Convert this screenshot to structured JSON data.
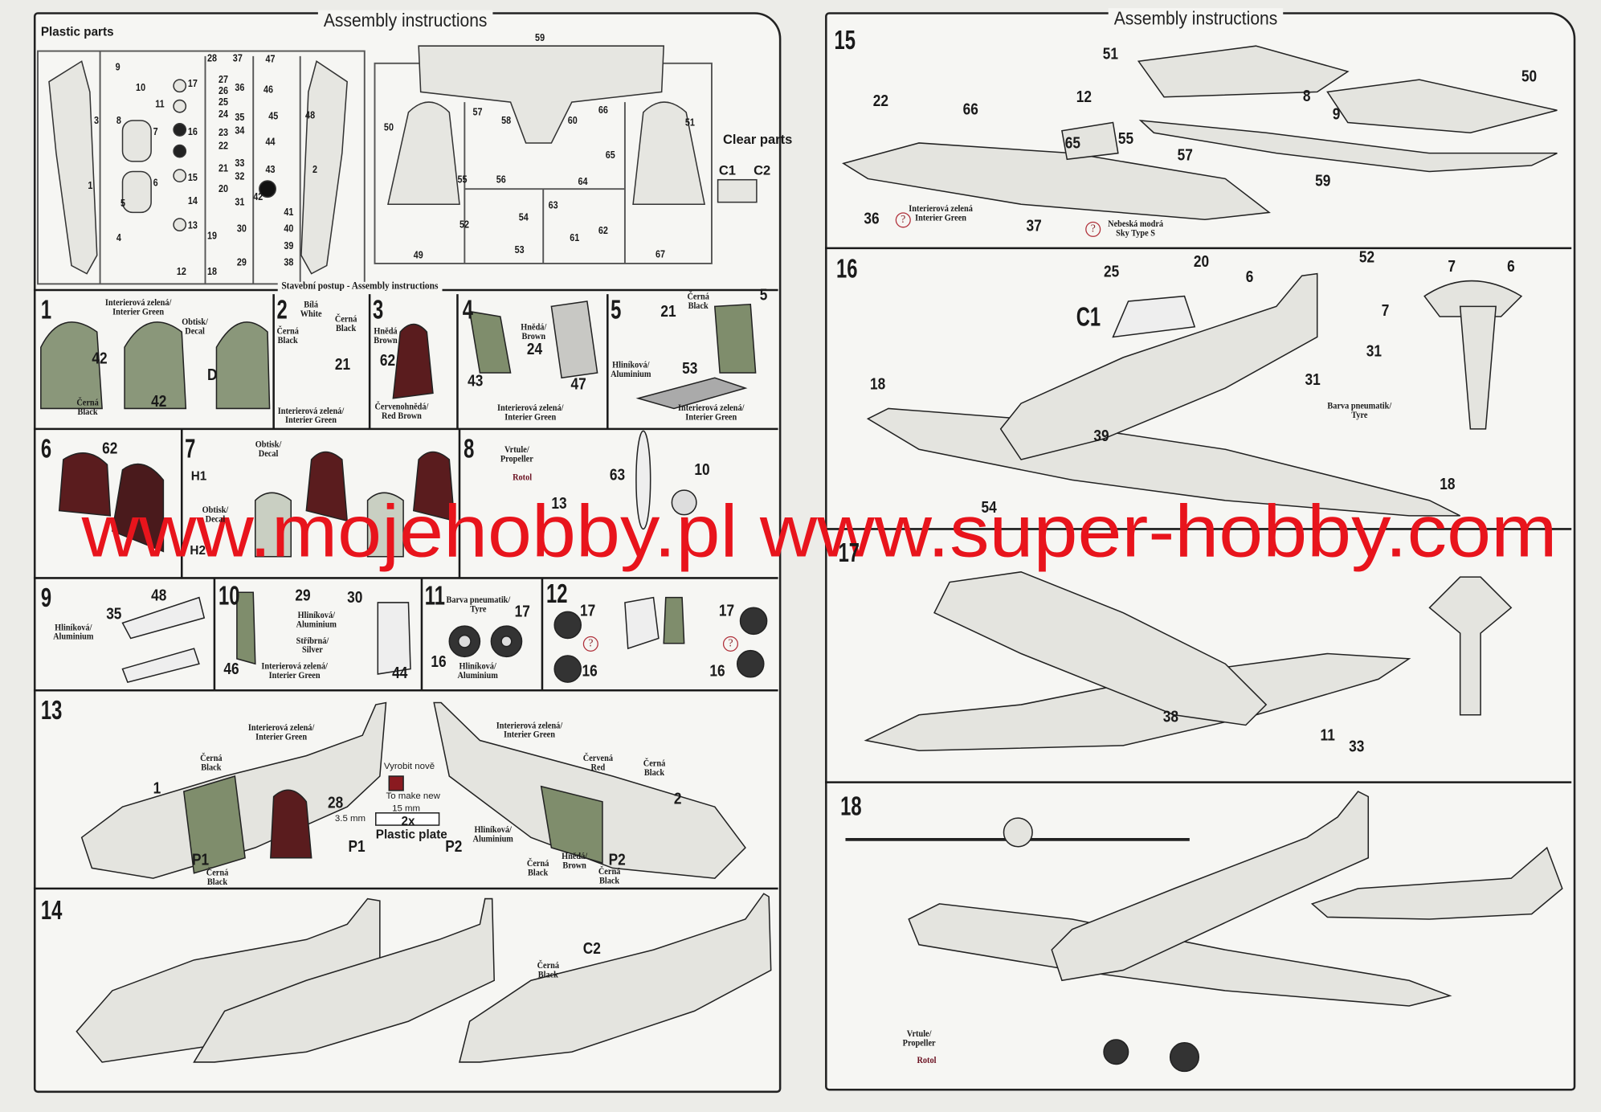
{
  "left_page": {
    "title": "Assembly instructions",
    "plastic_parts": "Plastic parts",
    "subtitle": "Stavební postup - Assembly instructions",
    "clear_parts": "Clear parts",
    "clear": [
      "C1",
      "C2"
    ]
  },
  "right_page": {
    "title": "Assembly instructions"
  },
  "sprue_a": [
    "1",
    "2",
    "3",
    "4",
    "5",
    "6",
    "7",
    "8",
    "9",
    "10",
    "11",
    "12",
    "13",
    "14",
    "15",
    "16",
    "17",
    "18",
    "19",
    "20",
    "21",
    "22",
    "23",
    "24",
    "25",
    "26",
    "27",
    "28",
    "29",
    "30",
    "31",
    "32",
    "33",
    "34",
    "35",
    "36",
    "37",
    "38",
    "39",
    "40",
    "41",
    "42",
    "43",
    "44",
    "45",
    "46",
    "47",
    "48"
  ],
  "sprue_b": [
    "49",
    "50",
    "51",
    "52",
    "53",
    "54",
    "55",
    "56",
    "57",
    "58",
    "59",
    "60",
    "61",
    "62",
    "63",
    "64",
    "65",
    "66",
    "67"
  ],
  "steps": {
    "s1": {
      "num": "1",
      "labels": [
        "Interierová zelená/\nInterier Green",
        "Obtisk/\nDecal",
        "42",
        "42",
        "Černá\nBlack",
        "D"
      ]
    },
    "s2": {
      "num": "2",
      "labels": [
        "Bílá\nWhite",
        "Černá\nBlack",
        "Černá\nBlack",
        "21",
        "Interierová zelená/\nInterier Green"
      ]
    },
    "s3": {
      "num": "3",
      "labels": [
        "Hnědá\nBrown",
        "62",
        "Červenohnědá/\nRed Brown"
      ]
    },
    "s4": {
      "num": "4",
      "labels": [
        "Hnědá/\nBrown",
        "24",
        "43",
        "47",
        "Interierová zelená/\nInterier Green"
      ]
    },
    "s5": {
      "num": "5",
      "labels": [
        "Černá\nBlack",
        "5",
        "21",
        "Hliníková/\nAluminium",
        "53",
        "Interierová zelená/\nInterier Green"
      ]
    },
    "s6": {
      "num": "6",
      "labels": [
        "62"
      ]
    },
    "s7": {
      "num": "7",
      "labels": [
        "Obtisk/\nDecal",
        "H1",
        "Obtisk/\nDecal",
        "H2"
      ]
    },
    "s8": {
      "num": "8",
      "labels": [
        "Vrtule/\nPropeller",
        "Rotol",
        "63",
        "10",
        "13"
      ]
    },
    "s9": {
      "num": "9",
      "labels": [
        "48",
        "35",
        "Hliníková/\nAluminium"
      ]
    },
    "s10": {
      "num": "10",
      "labels": [
        "29",
        "30",
        "Hliníková/\nAluminium",
        "Stříbrná/\nSilver",
        "Interierová zelená/\nInterier Green",
        "46",
        "44"
      ]
    },
    "s11": {
      "num": "11",
      "labels": [
        "Barva pneumatik/\nTyre",
        "17",
        "16",
        "Hliníková/\nAluminium"
      ]
    },
    "s12": {
      "num": "12",
      "labels": [
        "17",
        "17",
        "16",
        "16",
        "?",
        "?"
      ]
    },
    "s13": {
      "num": "13",
      "labels": [
        "Interierová zelená/\nInterier Green",
        "Černá\nBlack",
        "1",
        "28",
        "Vyrobit nově",
        "To make new",
        "15 mm",
        "3.5 mm",
        "2x",
        "Plastic plate",
        "P1",
        "P2",
        "P1",
        "Černá\nBlack",
        "Interierová zelená/\nInterier Green",
        "Červená\nRed",
        "Černá\nBlack",
        "2",
        "Hliníková/\nAluminium",
        "Hnědá/\nBrown",
        "Černá\nBlack",
        "P2",
        "Černá\nBlack"
      ]
    },
    "s14": {
      "num": "14",
      "labels": [
        "Černá\nBlack",
        "C2"
      ]
    },
    "s15": {
      "num": "15",
      "labels": [
        "51",
        "50",
        "22",
        "66",
        "12",
        "8",
        "9",
        "65",
        "55",
        "57",
        "59",
        "36",
        "Interierová zelená\nInterier Green",
        "37",
        "Nebeská modrá\nSky Type S",
        "?",
        "?"
      ]
    },
    "s16": {
      "num": "16",
      "labels": [
        "25",
        "20",
        "6",
        "52",
        "7",
        "7",
        "6",
        "C1",
        "31",
        "31",
        "Barva pneumatik/\nTyre",
        "18",
        "39",
        "18",
        "54"
      ]
    },
    "s17": {
      "num": "17",
      "labels": [
        "38",
        "11",
        "33"
      ]
    },
    "s18": {
      "num": "18",
      "labels": [
        "Vrtule/\nPropeller",
        "Rotol"
      ]
    }
  },
  "watermark": "www.mojehobby.pl www.super-hobby.com",
  "colors": {
    "watermark": "#e8141c",
    "interior_green": "#7f8d6c",
    "red_brown": "#5a1c1e",
    "aircraft": "#e4e4df",
    "ink": "#1a1a1a"
  }
}
